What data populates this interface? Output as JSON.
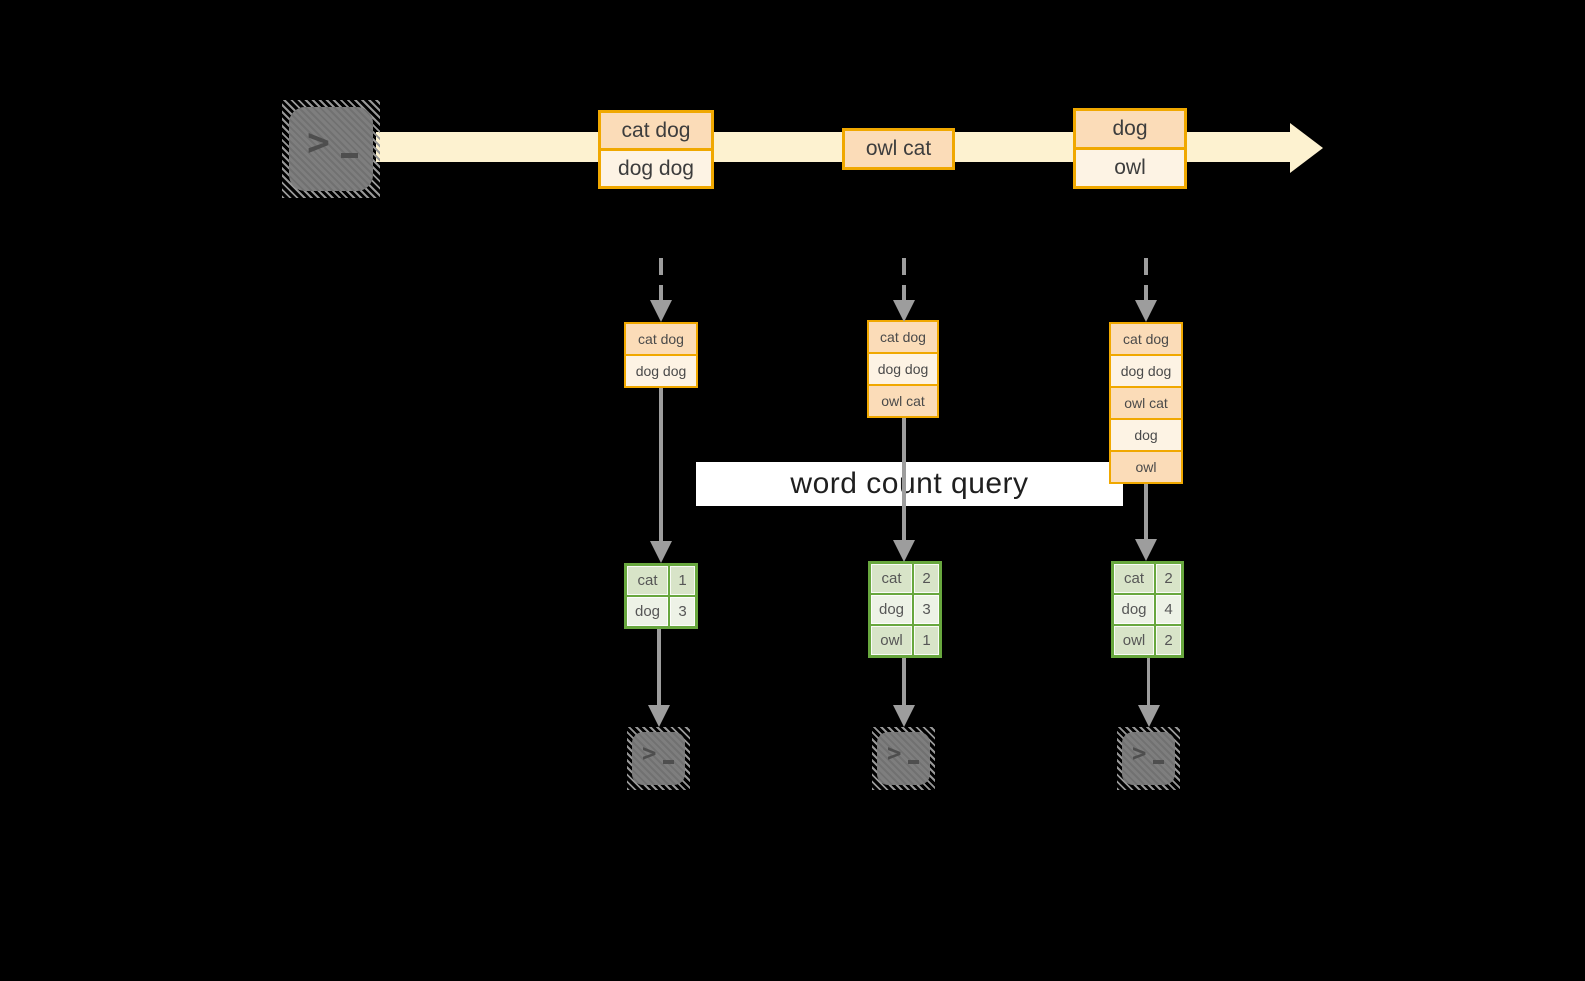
{
  "query_label": "word count query",
  "terminal_prompt_glyph": ">",
  "stream_batches": [
    {
      "rows": [
        "cat dog",
        "dog dog"
      ]
    },
    {
      "rows": [
        "owl cat"
      ]
    },
    {
      "rows": [
        "dog",
        "owl"
      ]
    }
  ],
  "columns": [
    {
      "input_rows": [
        "cat dog",
        "dog dog"
      ],
      "result_rows": [
        {
          "word": "cat",
          "count": "1"
        },
        {
          "word": "dog",
          "count": "3"
        }
      ]
    },
    {
      "input_rows": [
        "cat dog",
        "dog dog",
        "owl cat"
      ],
      "result_rows": [
        {
          "word": "cat",
          "count": "2"
        },
        {
          "word": "dog",
          "count": "3"
        },
        {
          "word": "owl",
          "count": "1"
        }
      ]
    },
    {
      "input_rows": [
        "cat dog",
        "dog dog",
        "owl cat",
        "dog",
        "owl"
      ],
      "result_rows": [
        {
          "word": "cat",
          "count": "2"
        },
        {
          "word": "dog",
          "count": "4"
        },
        {
          "word": "owl",
          "count": "2"
        }
      ]
    }
  ],
  "colors": {
    "background": "#000000",
    "gold_border": "#f0a800",
    "peach_fill": "#fbdcb8",
    "cream_fill": "#fdf3e4",
    "stream_fill": "#fdf2d0",
    "green_border": "#68a73e",
    "green_cell_dark": "#d8e4c8",
    "green_cell_light": "#edf2e6",
    "arrow_gray": "#9d9d9d",
    "terminal_gray": "#7e7e7e"
  }
}
